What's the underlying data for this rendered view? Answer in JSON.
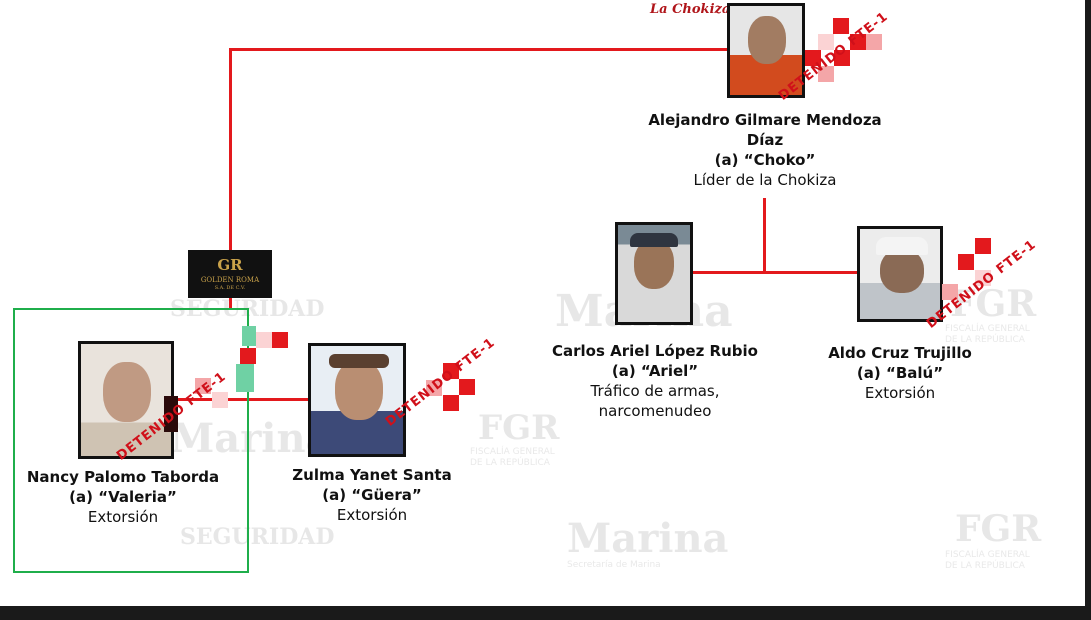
{
  "logos": {
    "top_small": "La Chokiza",
    "golden_roma": "GR",
    "golden_roma_text": "GOLDEN ROMA",
    "golden_roma_sub": "S.A. DE C.V."
  },
  "watermarks": {
    "seguridad": "SEGURIDAD",
    "marina": "Marina",
    "marina_sub": "Secretaría de Marina",
    "fgr": "FGR",
    "fgr_sub": "FISCALÍA GENERAL DE LA REPÚBLICA"
  },
  "stamp_text": "DETENIDO FTE-1",
  "people": {
    "leader": {
      "name_line1": "Alejandro Gilmare Mendoza",
      "name_line2": "Díaz",
      "alias": "(a)  “Choko”",
      "role": "Líder de la Chokiza"
    },
    "carlos": {
      "name": "Carlos Ariel López Rubio",
      "alias": "(a)  “Ariel”",
      "role_line1": "Tráfico de armas,",
      "role_line2": "narcomenudeo"
    },
    "aldo": {
      "name": "Aldo Cruz Trujillo",
      "alias": "(a)  “Balú”",
      "role": "Extorsión"
    },
    "nancy": {
      "name": "Nancy Palomo Taborda",
      "alias": "(a)  “Valeria”",
      "role": "Extorsión"
    },
    "zulma": {
      "name": "Zulma Yanet Santa",
      "alias": "(a)  “Güera”",
      "role": "Extorsión"
    }
  },
  "colors": {
    "line": "#e3191d",
    "highlight_box": "#1fae4b",
    "stamp": "#d0101a"
  }
}
